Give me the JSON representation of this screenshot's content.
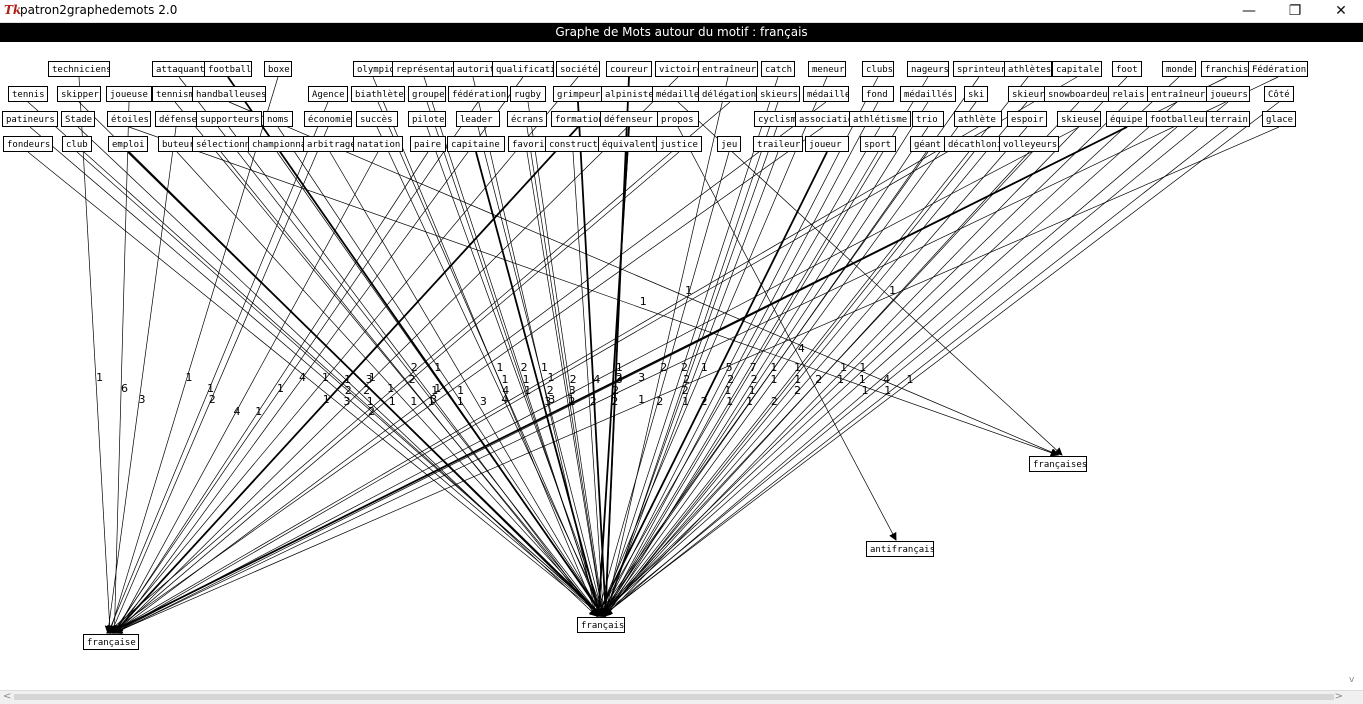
{
  "window": {
    "icon_glyph": "Tk",
    "title": "patron2graphedemots 2.0",
    "minimize": "—",
    "maximize": "❐",
    "close": "✕"
  },
  "header": {
    "title": "Graphe de Mots autour du motif : français"
  },
  "graph": {
    "targets": [
      {
        "id": "francaise",
        "label": "française"
      },
      {
        "id": "francais",
        "label": "français"
      },
      {
        "id": "francaises",
        "label": "françaises"
      },
      {
        "id": "antifrancais",
        "label": "antifrançais"
      }
    ],
    "nodes": [
      {
        "label": "techniciens",
        "target": "francaise"
      },
      {
        "label": "attaquant",
        "target": "francais"
      },
      {
        "label": "football",
        "target": "francais"
      },
      {
        "label": "boxe",
        "target": "francaise"
      },
      {
        "label": "olympique",
        "target": "francais"
      },
      {
        "label": "représentant",
        "target": "francais"
      },
      {
        "label": "autorité",
        "target": "francais"
      },
      {
        "label": "qualification",
        "target": "francaise"
      },
      {
        "label": "société",
        "target": "francaise"
      },
      {
        "label": "coureur",
        "target": "francais"
      },
      {
        "label": "victoire",
        "target": "francaise"
      },
      {
        "label": "entraîneur",
        "target": "francais"
      },
      {
        "label": "catch",
        "target": "francais"
      },
      {
        "label": "meneur",
        "target": "francais"
      },
      {
        "label": "clubs",
        "target": "francais"
      },
      {
        "label": "nageurs",
        "target": "francais"
      },
      {
        "label": "sprinteur",
        "target": "francais"
      },
      {
        "label": "athlètes",
        "target": "francais"
      },
      {
        "label": "capitale",
        "target": "francaise"
      },
      {
        "label": "foot",
        "target": "francais"
      },
      {
        "label": "monde",
        "target": "francais"
      },
      {
        "label": "franchise",
        "target": "francaise"
      },
      {
        "label": "Fédération",
        "target": "francaise"
      },
      {
        "label": "tennis",
        "target": "francais"
      },
      {
        "label": "skipper",
        "target": "francais"
      },
      {
        "label": "joueuse",
        "target": "francaise"
      },
      {
        "label": "tennisman",
        "target": "francais"
      },
      {
        "label": "handballeuses",
        "target": "francaises"
      },
      {
        "label": "Agence",
        "target": "francaise"
      },
      {
        "label": "biathlète",
        "target": "francais"
      },
      {
        "label": "groupe",
        "target": "francais"
      },
      {
        "label": "fédération",
        "target": "francaise"
      },
      {
        "label": "rugby",
        "target": "francais"
      },
      {
        "label": "grimpeur",
        "target": "francais"
      },
      {
        "label": "alpiniste",
        "target": "francais"
      },
      {
        "label": "médailles",
        "target": "francaises"
      },
      {
        "label": "délégation",
        "target": "francaise"
      },
      {
        "label": "skieurs",
        "target": "francais"
      },
      {
        "label": "médaille",
        "target": "francaise"
      },
      {
        "label": "fond",
        "target": "francais"
      },
      {
        "label": "médaillés",
        "target": "francais"
      },
      {
        "label": "ski",
        "target": "francais"
      },
      {
        "label": "skieur",
        "target": "francais"
      },
      {
        "label": "snowboardeurs",
        "target": "francais"
      },
      {
        "label": "relais",
        "target": "francais"
      },
      {
        "label": "entraîneurs",
        "target": "francais"
      },
      {
        "label": "joueurs",
        "target": "francais"
      },
      {
        "label": "Côté",
        "target": "francais"
      },
      {
        "label": "patineurs",
        "target": "francais"
      },
      {
        "label": "Stade",
        "target": "francais"
      },
      {
        "label": "étoiles",
        "target": "francaises"
      },
      {
        "label": "défense",
        "target": "francaise"
      },
      {
        "label": "supporteurs",
        "target": "francais"
      },
      {
        "label": "noms",
        "target": "francais"
      },
      {
        "label": "économie",
        "target": "francaise"
      },
      {
        "label": "succès",
        "target": "francais"
      },
      {
        "label": "pilote",
        "target": "francais"
      },
      {
        "label": "leader",
        "target": "francais"
      },
      {
        "label": "écrans",
        "target": "francais"
      },
      {
        "label": "formation",
        "target": "francaise"
      },
      {
        "label": "défenseur",
        "target": "francais"
      },
      {
        "label": "propos",
        "target": "antifrancais"
      },
      {
        "label": "cyclisme",
        "target": "francais"
      },
      {
        "label": "association",
        "target": "francaise"
      },
      {
        "label": "athlétisme",
        "target": "francais"
      },
      {
        "label": "trio",
        "target": "francais"
      },
      {
        "label": "athlète",
        "target": "francaise"
      },
      {
        "label": "espoir",
        "target": "francais"
      },
      {
        "label": "skieuse",
        "target": "francaise"
      },
      {
        "label": "équipe",
        "target": "francaise"
      },
      {
        "label": "footballeur",
        "target": "francais"
      },
      {
        "label": "terrain",
        "target": "francais"
      },
      {
        "label": "glace",
        "target": "francaise"
      },
      {
        "label": "fondeurs",
        "target": "francais"
      },
      {
        "label": "club",
        "target": "francais"
      },
      {
        "label": "emploi",
        "target": "francais"
      },
      {
        "label": "buteur",
        "target": "francais"
      },
      {
        "label": "sélectionneur",
        "target": "francais"
      },
      {
        "label": "championnat",
        "target": "francais"
      },
      {
        "label": "arbitrage",
        "target": "francais"
      },
      {
        "label": "natation",
        "target": "francaise"
      },
      {
        "label": "paire",
        "target": "francaise"
      },
      {
        "label": "capitaine",
        "target": "francais"
      },
      {
        "label": "favori",
        "target": "francais"
      },
      {
        "label": "constructeur",
        "target": "francais"
      },
      {
        "label": "équivalent",
        "target": "francais"
      },
      {
        "label": "justice",
        "target": "francaise"
      },
      {
        "label": "jeu",
        "target": "francais"
      },
      {
        "label": "traileur",
        "target": "francais"
      },
      {
        "label": "joueur",
        "target": "francais"
      },
      {
        "label": "sport",
        "target": "francais"
      },
      {
        "label": "géant",
        "target": "francais"
      },
      {
        "label": "décathlonien",
        "target": "francais"
      },
      {
        "label": "volleyeurs",
        "target": "francais"
      }
    ],
    "edge_labels": [
      "1",
      "2",
      "1",
      "1",
      "1",
      "2",
      "1",
      "4",
      "1",
      "1",
      "1",
      "2",
      "2",
      "1",
      "5",
      "7",
      "1",
      "1",
      "1",
      "1",
      "1",
      "2",
      "3",
      "1",
      "3",
      "6",
      "2",
      "1",
      "1",
      "1",
      "1",
      "1",
      "2",
      "4",
      "3",
      "1",
      "1",
      "2",
      "1",
      "2",
      "2",
      "1",
      "1",
      "2",
      "1",
      "1",
      "4",
      "1",
      "2",
      "2",
      "1",
      "3",
      "1",
      "1",
      "2",
      "4",
      "1",
      "2",
      "3",
      "1",
      "2",
      "4",
      "2",
      "3",
      "1",
      "1",
      "4",
      "2",
      "3",
      "1",
      "1",
      "1",
      "1",
      "3",
      "1",
      "1",
      "1",
      "1",
      "1",
      "3",
      "4",
      "1",
      "3",
      "2",
      "2",
      "2",
      "2",
      "2",
      "1",
      "2",
      "1",
      "1",
      "2"
    ]
  },
  "scrollbar": {
    "left_arrow": "<",
    "right_arrow": ">",
    "vertical_hint": "v"
  }
}
